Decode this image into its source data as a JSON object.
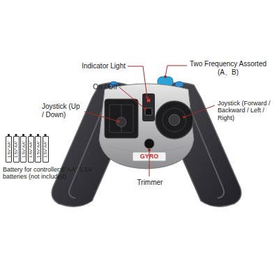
{
  "diagram": {
    "nodes": [
      {
        "text": [
          "1.5V\"AA\""
        ]
      },
      {
        "text": [
          "1.5V\"AA\""
        ]
      },
      {
        "text": [
          "1.5V\"AA\""
        ]
      },
      {
        "text": [
          "1.5V\"AA\""
        ]
      },
      {
        "text": [
          "1.5V\"AA\""
        ]
      },
      {
        "text": [
          "1.5V\"AA\""
        ]
      }
    ],
    "labels": [
      "Indicator Light",
      "Two Frequency Assorted (A、B)",
      "On / Off",
      "Joystick (Up / Down)",
      "Joystick (Forward / Backward / Left / Right)",
      "GYRO",
      "Trimmer",
      "Battery for controller:6\"AA\" 1.5V batteries (not included)"
    ]
  }
}
